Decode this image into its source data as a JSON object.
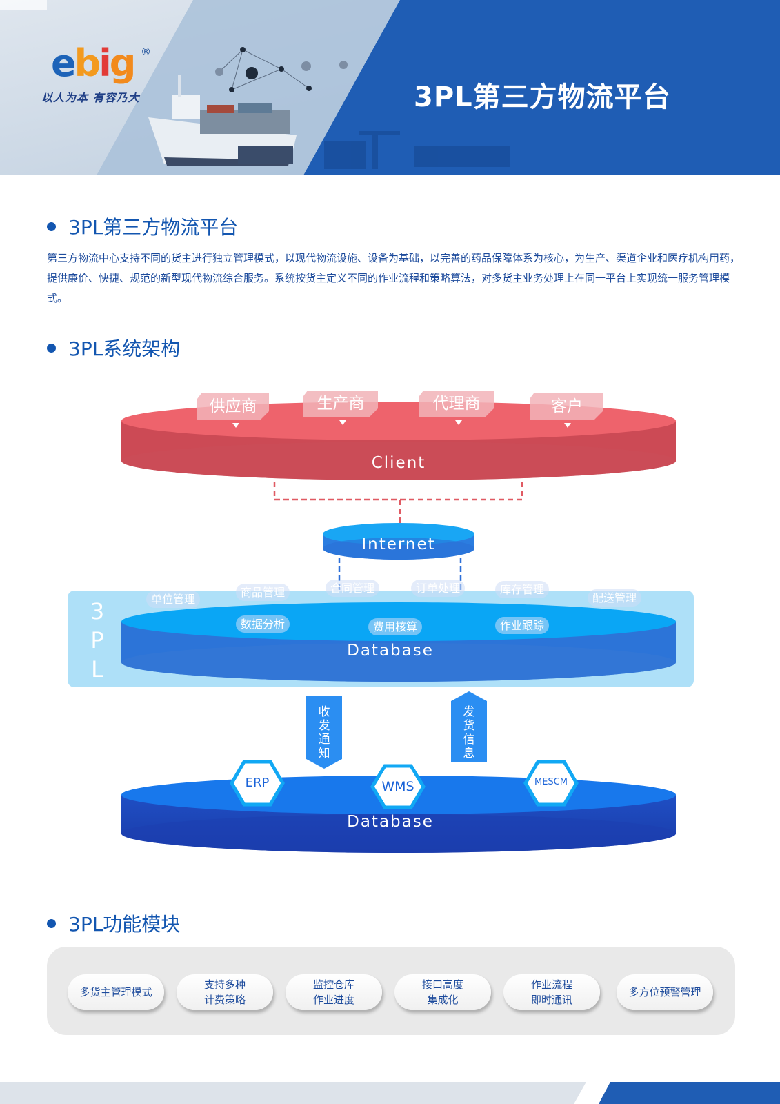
{
  "header": {
    "brand": "ebig",
    "registered_mark": "®",
    "slogan": "以人为本 有容乃大",
    "title": "3PL第三方物流平台"
  },
  "section_intro": {
    "heading": "3PL第三方物流平台",
    "text": "第三方物流中心支持不同的货主进行独立管理模式，以现代物流设施、设备为基础，以完善的药品保障体系为核心，为生产、渠道企业和医疗机构用药，提供廉价、快捷、规范的新型现代物流综合服务。系统按货主定义不同的作业流程和策略算法，对多货主业务处理上在同一平台上实现统一服务管理模式。"
  },
  "section_arch": {
    "heading": "3PL系统架构",
    "client_tags": [
      "供应商",
      "生产商",
      "代理商",
      "客户"
    ],
    "client_label": "Client",
    "internet_label": "Internet",
    "platform_label": [
      "3",
      "P",
      "L"
    ],
    "platform_modules": [
      "单位管理",
      "商品管理",
      "合同管理",
      "订单处理",
      "库存管理",
      "配送管理",
      "数据分析",
      "费用核算",
      "作业跟踪"
    ],
    "database_label": "Database",
    "arrow_down_label": [
      "收",
      "发",
      "通",
      "知"
    ],
    "arrow_up_label": [
      "发",
      "货",
      "信",
      "息"
    ],
    "systems": [
      "ERP",
      "WMS",
      "MESCM"
    ],
    "bottom_database_label": "Database"
  },
  "section_modules": {
    "heading": "3PL功能模块",
    "items": [
      "多货主管理模式",
      "支持多种\n计费策略",
      "监控仓库\n作业进度",
      "接口高度\n集成化",
      "作业流程\n即时通讯",
      "多方位预警管理"
    ]
  },
  "colors": {
    "brand_blue": "#1356b0",
    "client_red": "#e85d66",
    "internet_blue": "#1a8ff0",
    "platform_blue": "#0aa2f2",
    "db_blue": "#1a5fe0"
  }
}
